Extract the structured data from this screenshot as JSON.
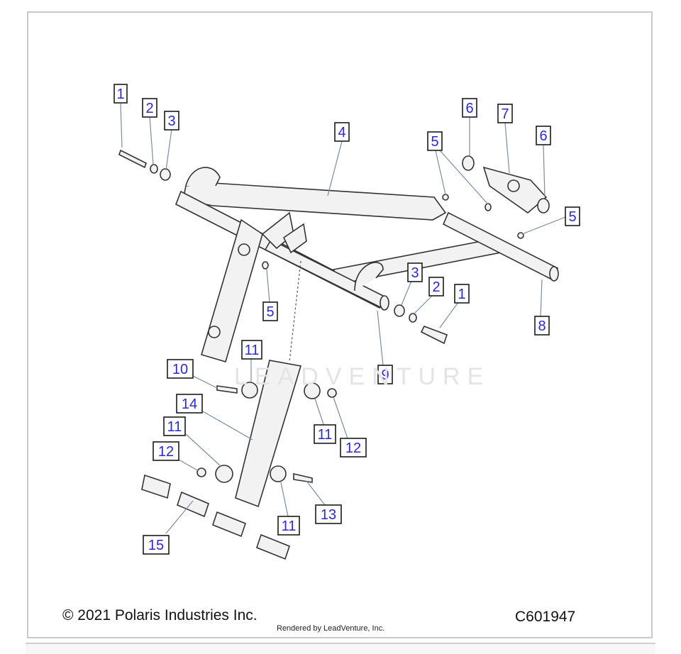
{
  "footer": {
    "copyright": "© 2021 Polaris Industries Inc.",
    "rendered_by": "Rendered by LeadVenture, Inc.",
    "diagram_code": "C601947"
  },
  "watermark": "LEADVENTURE",
  "callouts": [
    {
      "id": "c1a",
      "label": "1"
    },
    {
      "id": "c2a",
      "label": "2"
    },
    {
      "id": "c3a",
      "label": "3"
    },
    {
      "id": "c4",
      "label": "4"
    },
    {
      "id": "c5a",
      "label": "5"
    },
    {
      "id": "c6a",
      "label": "6"
    },
    {
      "id": "c7",
      "label": "7"
    },
    {
      "id": "c6b",
      "label": "6"
    },
    {
      "id": "c5b",
      "label": "5"
    },
    {
      "id": "c5c",
      "label": "5"
    },
    {
      "id": "c3b",
      "label": "3"
    },
    {
      "id": "c2b",
      "label": "2"
    },
    {
      "id": "c1b",
      "label": "1"
    },
    {
      "id": "c8",
      "label": "8"
    },
    {
      "id": "c9",
      "label": "9"
    },
    {
      "id": "c11a",
      "label": "11"
    },
    {
      "id": "c10",
      "label": "10"
    },
    {
      "id": "c14",
      "label": "14"
    },
    {
      "id": "c11b",
      "label": "11"
    },
    {
      "id": "c12a",
      "label": "12"
    },
    {
      "id": "c11c",
      "label": "11"
    },
    {
      "id": "c12b",
      "label": "12"
    },
    {
      "id": "c13",
      "label": "13"
    },
    {
      "id": "c11d",
      "label": "11"
    },
    {
      "id": "c15",
      "label": "15"
    }
  ],
  "colors": {
    "callout_text": "#2a2ad0",
    "frame_border": "#c9c9c9"
  }
}
